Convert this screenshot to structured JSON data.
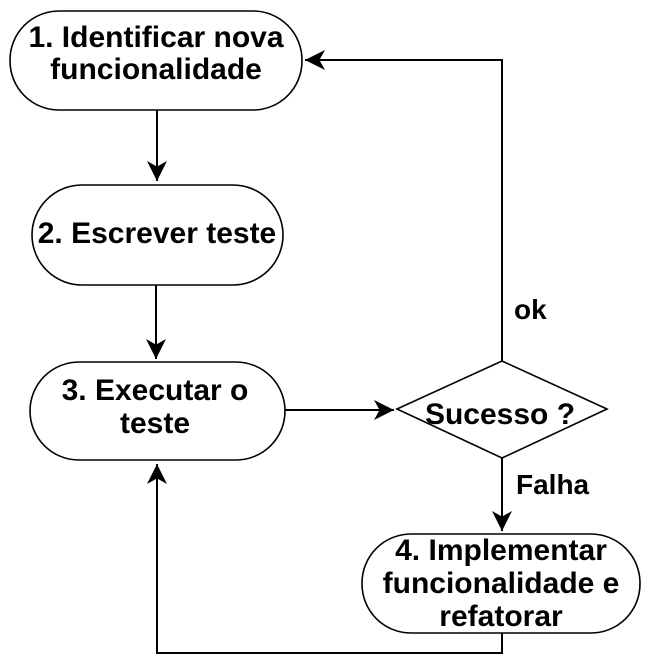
{
  "diagram": {
    "description": "Ciclo de TDD (Test-Driven Development) flowchart",
    "colors": {
      "background": "#ffffff",
      "stroke": "#000000",
      "text": "#000000"
    },
    "nodes": [
      {
        "id": "identify-feature",
        "shape": "rounded-rect",
        "lines": [
          "1. Identificar nova",
          "funcionalidade"
        ]
      },
      {
        "id": "write-test",
        "shape": "rounded-rect",
        "lines": [
          "2. Escrever teste"
        ]
      },
      {
        "id": "run-test",
        "shape": "rounded-rect",
        "lines": [
          "3. Executar o",
          "teste"
        ]
      },
      {
        "id": "success-decision",
        "shape": "diamond",
        "lines": [
          "Sucesso ?"
        ]
      },
      {
        "id": "implement-refactor",
        "shape": "rounded-rect",
        "lines": [
          "4. Implementar",
          "funcionalidade e",
          "refatorar"
        ]
      }
    ],
    "edges": [
      {
        "from": "identify-feature",
        "to": "write-test",
        "label": ""
      },
      {
        "from": "write-test",
        "to": "run-test",
        "label": ""
      },
      {
        "from": "run-test",
        "to": "success-decision",
        "label": ""
      },
      {
        "from": "success-decision",
        "to": "identify-feature",
        "label": "ok"
      },
      {
        "from": "success-decision",
        "to": "implement-refactor",
        "label": "Falha"
      },
      {
        "from": "implement-refactor",
        "to": "run-test",
        "label": ""
      }
    ]
  }
}
